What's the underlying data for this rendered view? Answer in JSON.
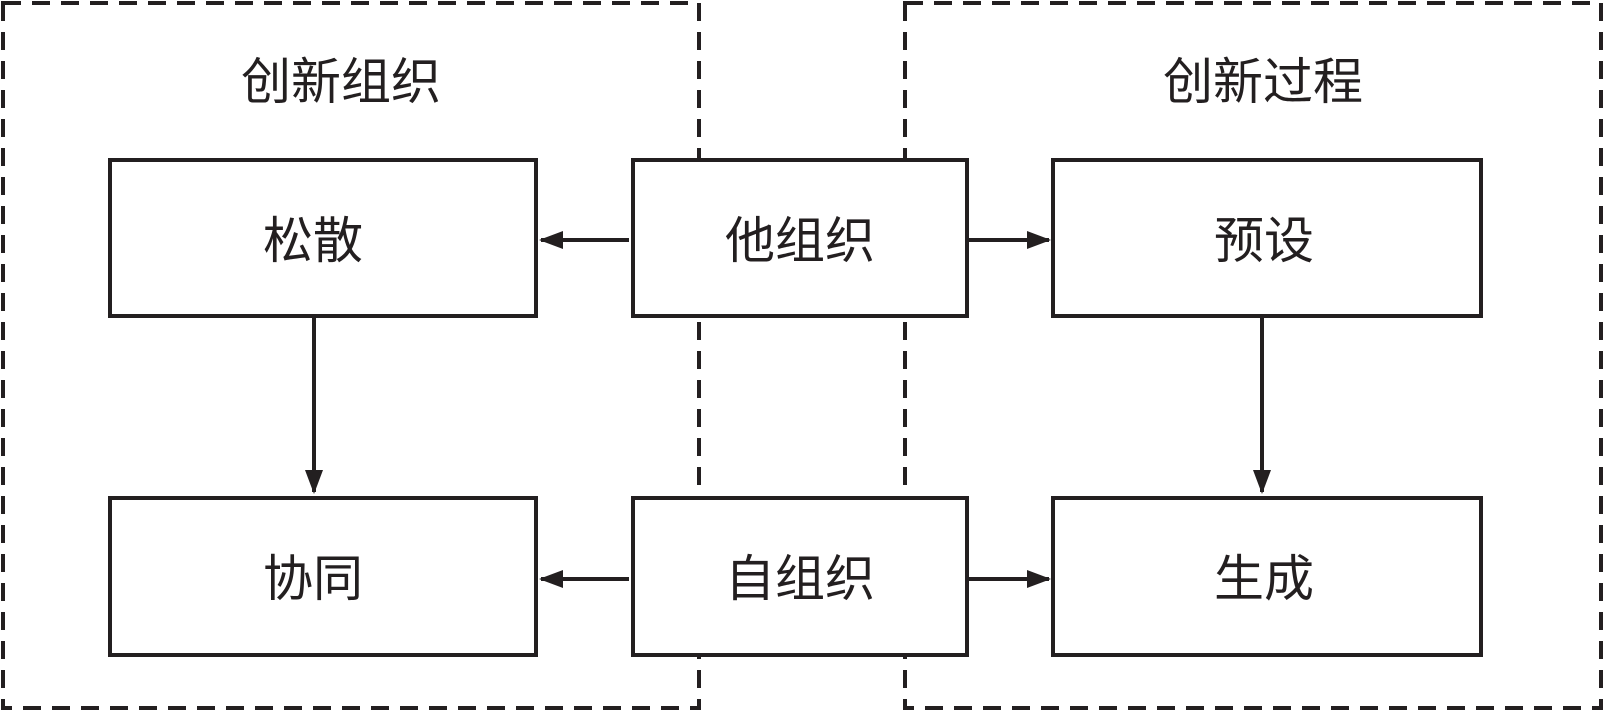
{
  "panels": {
    "left_title": "创新组织",
    "right_title": "创新过程"
  },
  "nodes": {
    "loose": "松散",
    "collaborative": "协同",
    "other_organization": "他组织",
    "self_organization": "自组织",
    "preset": "预设",
    "generation": "生成"
  },
  "colors": {
    "stroke": "#231f20",
    "background": "#ffffff"
  }
}
